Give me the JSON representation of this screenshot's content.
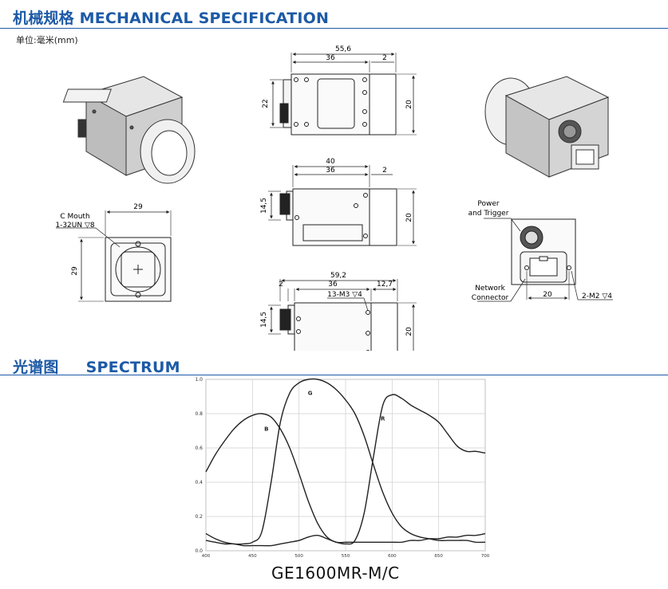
{
  "mechanical": {
    "title": "机械规格 MECHANICAL SPECIFICATION",
    "unit_note": "单位:毫米(mm)",
    "front_view": {
      "c_mouth_label": "C Mouth",
      "thread_label": "1-32UN ▽8",
      "width": "29",
      "height": "29"
    },
    "top_view": {
      "overall": "55,6",
      "body": "36",
      "offset": "2",
      "left_height": "22",
      "right_height": "20"
    },
    "side_view": {
      "overall": "40",
      "body": "36",
      "offset": "2",
      "left_height": "14,5",
      "right_height": "20"
    },
    "bottom_view": {
      "overall": "59,2",
      "left_offset": "2",
      "body": "36",
      "right_offset": "12,7",
      "hole_label": "13-M3 ▽4",
      "left_height": "14,5",
      "right_height": "20"
    },
    "rear_view": {
      "power_label_1": "Power",
      "power_label_2": "and Trigger",
      "network_label_1": "Network",
      "network_label_2": "Connector",
      "width": "20",
      "hole_label": "2-M2 ▽4"
    }
  },
  "spectrum": {
    "title": "光谱图     SPECTRUM",
    "caption": "GE1600MR-M/C"
  },
  "chart_data": {
    "type": "line",
    "title": "",
    "xlabel": "",
    "ylabel": "",
    "xlim": [
      400,
      700
    ],
    "ylim": [
      0,
      1.0
    ],
    "x_ticks": [
      "400",
      "450",
      "500",
      "550",
      "600",
      "650",
      "700"
    ],
    "y_ticks": [
      "0.0",
      "0.2",
      "0.4",
      "0.6",
      "0.8",
      "1.0"
    ],
    "grid": true,
    "series": [
      {
        "name": "B",
        "x": [
          400,
          410,
          420,
          430,
          440,
          450,
          460,
          470,
          480,
          490,
          500,
          510,
          520,
          530,
          540,
          550,
          560,
          570,
          580,
          590,
          600,
          610,
          620,
          630,
          640,
          650,
          660,
          670,
          680,
          690,
          700
        ],
        "y": [
          0.46,
          0.56,
          0.64,
          0.71,
          0.76,
          0.79,
          0.8,
          0.78,
          0.71,
          0.6,
          0.45,
          0.29,
          0.16,
          0.08,
          0.05,
          0.05,
          0.05,
          0.05,
          0.05,
          0.05,
          0.05,
          0.05,
          0.06,
          0.06,
          0.07,
          0.07,
          0.08,
          0.08,
          0.09,
          0.09,
          0.1
        ]
      },
      {
        "name": "G",
        "x": [
          400,
          410,
          420,
          430,
          440,
          450,
          460,
          470,
          480,
          490,
          500,
          510,
          520,
          530,
          540,
          550,
          560,
          570,
          580,
          590,
          600,
          610,
          620,
          630,
          640,
          650,
          660,
          670,
          680,
          690,
          700
        ],
        "y": [
          0.1,
          0.07,
          0.05,
          0.04,
          0.04,
          0.05,
          0.11,
          0.4,
          0.75,
          0.92,
          0.98,
          1.0,
          1.0,
          0.98,
          0.94,
          0.88,
          0.8,
          0.67,
          0.5,
          0.34,
          0.22,
          0.14,
          0.1,
          0.08,
          0.07,
          0.06,
          0.06,
          0.06,
          0.06,
          0.05,
          0.05
        ]
      },
      {
        "name": "R",
        "x": [
          400,
          410,
          420,
          430,
          440,
          450,
          460,
          470,
          480,
          490,
          500,
          510,
          520,
          530,
          540,
          550,
          560,
          570,
          580,
          590,
          600,
          610,
          620,
          630,
          640,
          650,
          660,
          670,
          680,
          690,
          700
        ],
        "y": [
          0.06,
          0.05,
          0.04,
          0.04,
          0.03,
          0.03,
          0.03,
          0.03,
          0.04,
          0.05,
          0.06,
          0.08,
          0.09,
          0.07,
          0.05,
          0.04,
          0.06,
          0.22,
          0.55,
          0.85,
          0.91,
          0.89,
          0.85,
          0.82,
          0.79,
          0.75,
          0.68,
          0.61,
          0.58,
          0.58,
          0.57
        ]
      }
    ]
  }
}
